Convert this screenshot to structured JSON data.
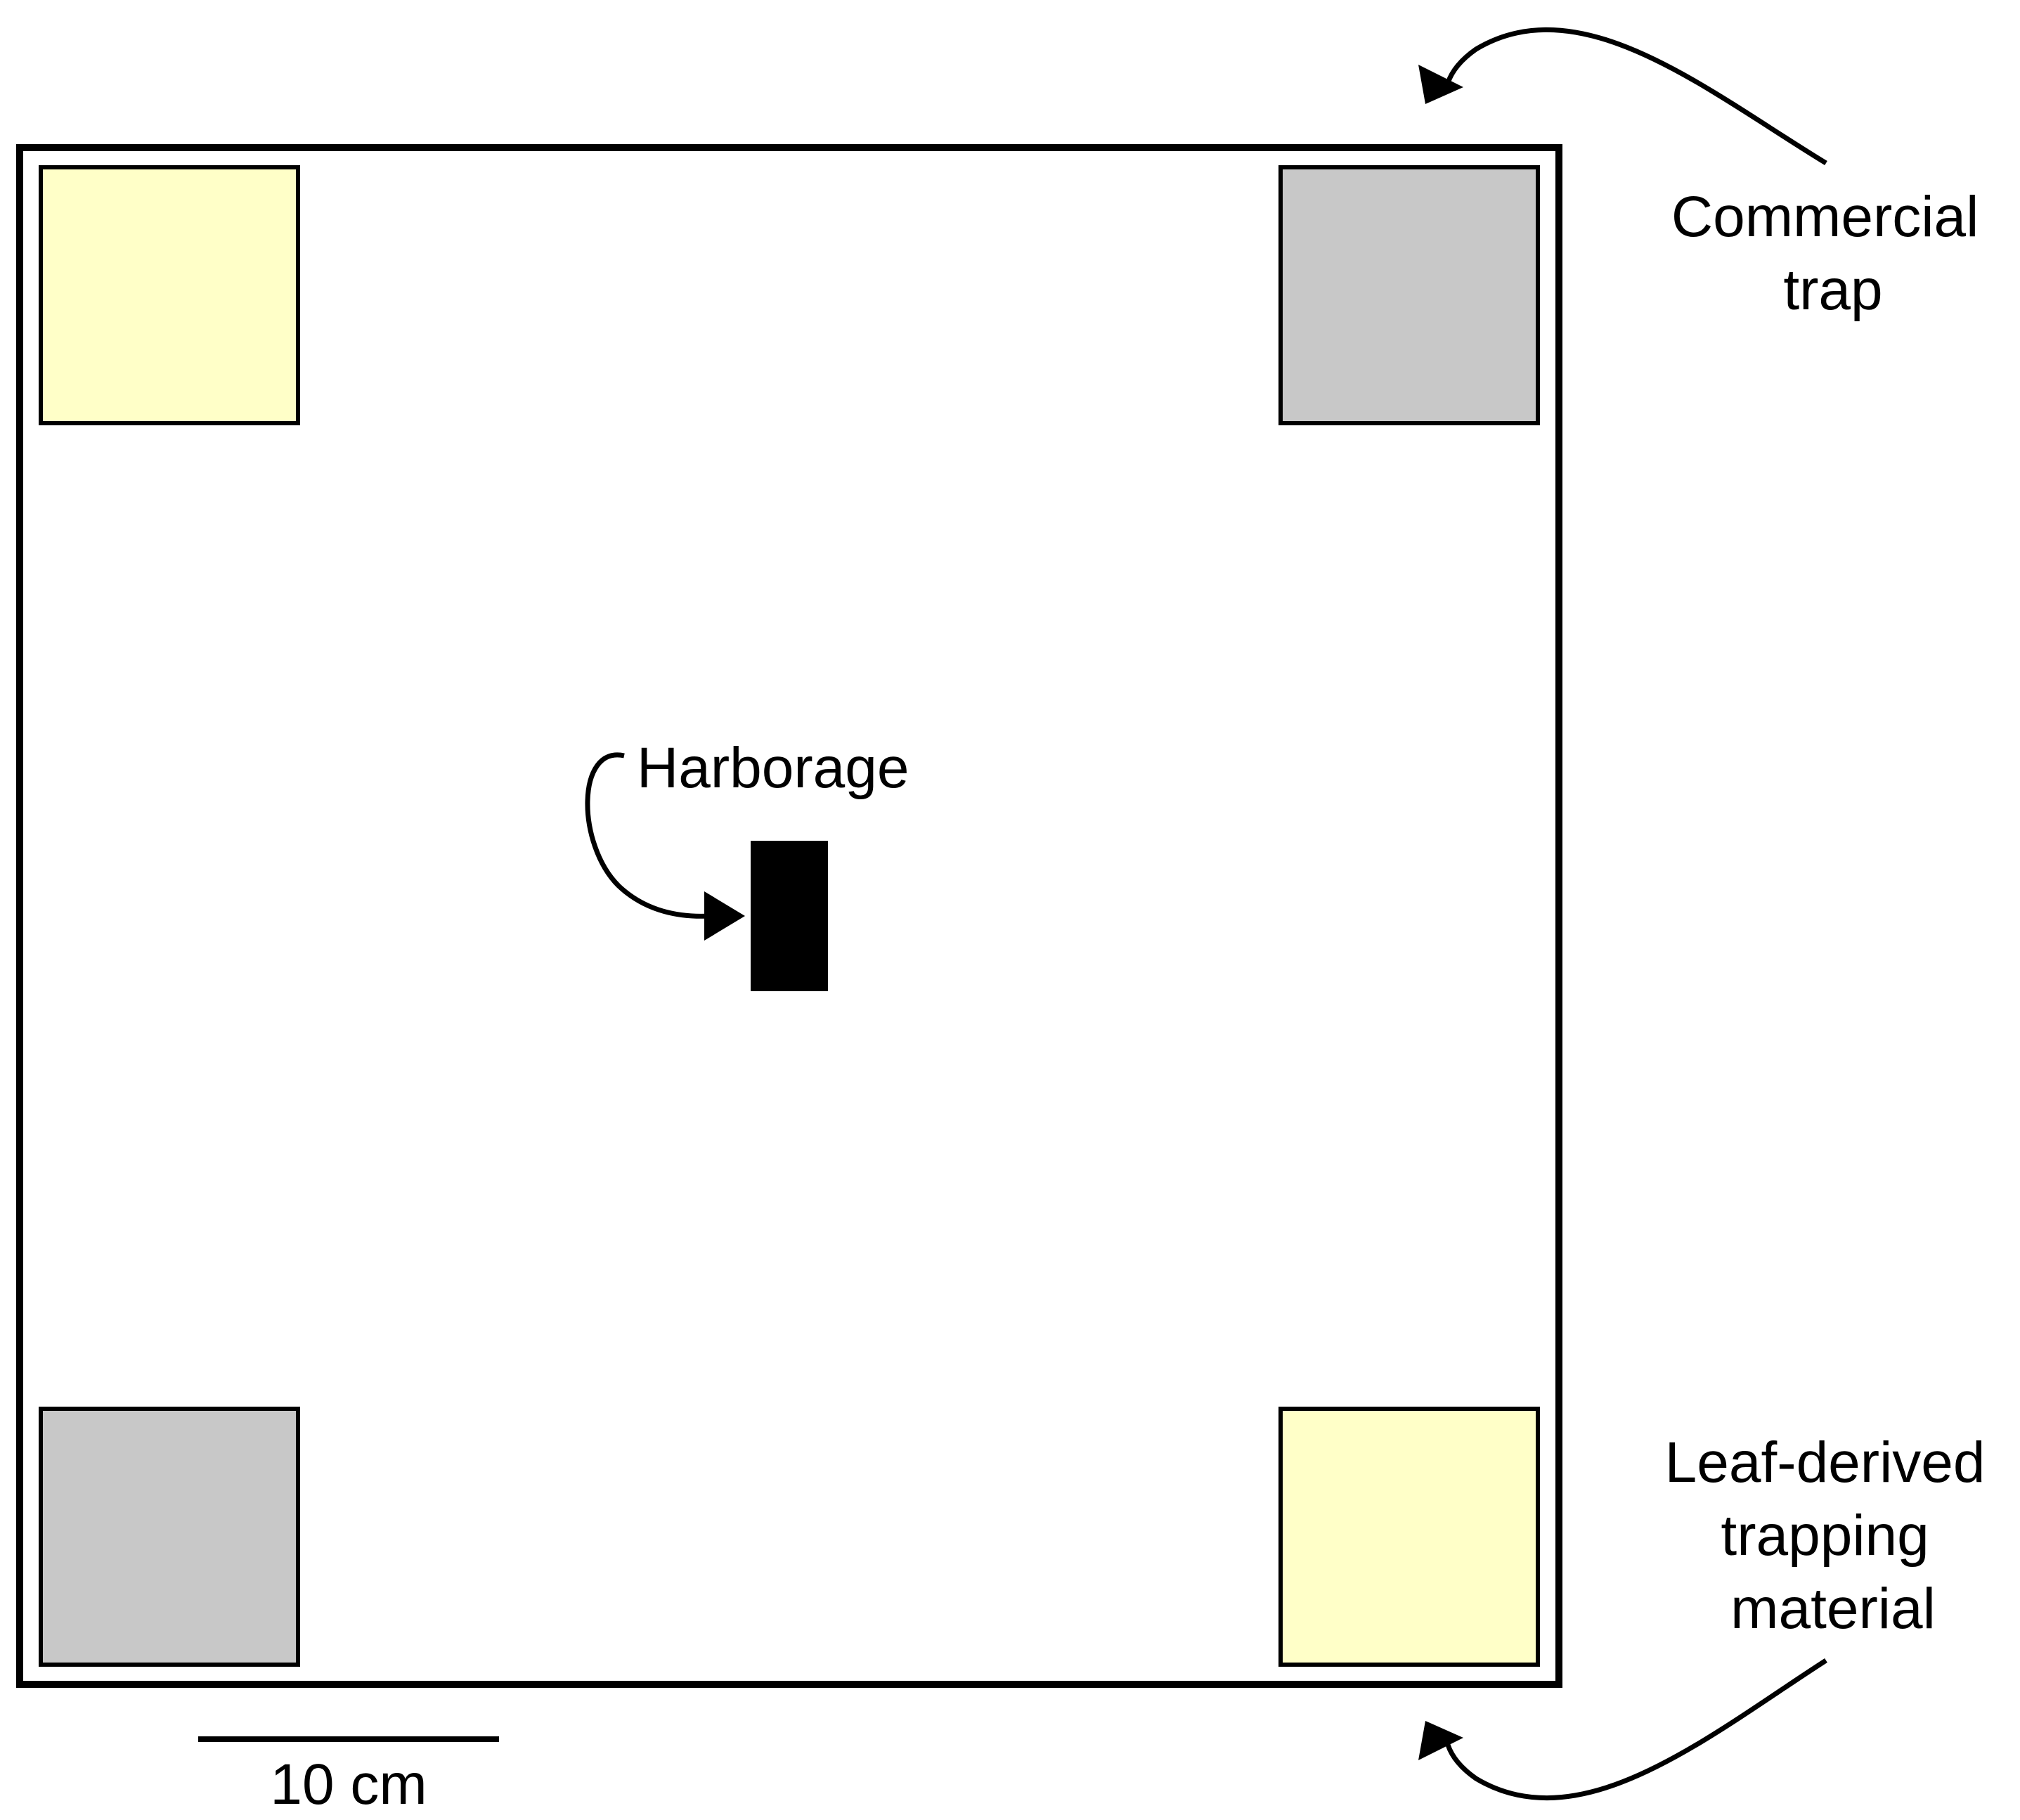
{
  "labels": {
    "commercial_trap": [
      "Commercial",
      "trap"
    ],
    "harborage": "Harborage",
    "leaf_derived": [
      "Leaf-derived",
      "trapping",
      "material"
    ],
    "scale_bar": "10 cm"
  },
  "colors": {
    "leaf_trap_fill": "#ffffc8",
    "commercial_trap_fill": "#c8c8c8",
    "harborage_fill": "#000000",
    "outline": "#000000",
    "background": "#ffffff"
  }
}
